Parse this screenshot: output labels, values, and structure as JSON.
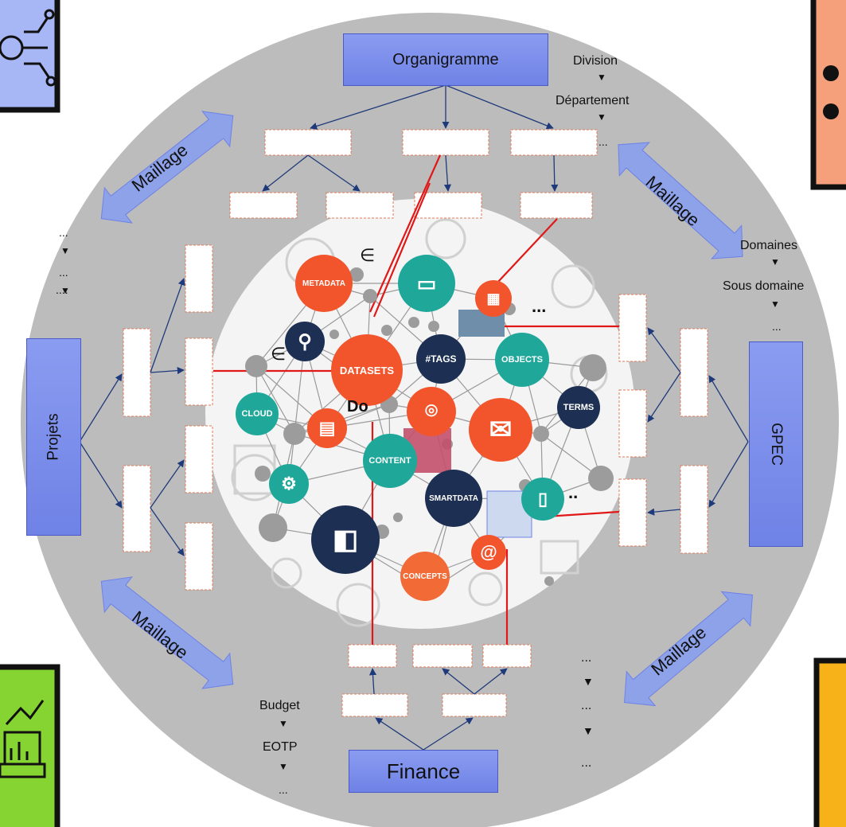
{
  "headers": {
    "top": "Organigramme",
    "left": "Projets",
    "right": "GPEC",
    "bottom": "Finance"
  },
  "maillage_label": "Maillage",
  "top_hierarchy": [
    "Division",
    "Département",
    "..."
  ],
  "right_hierarchy": [
    "Domaines",
    "Sous domaine",
    "..."
  ],
  "bottom_left_hierarchy": [
    "Budget",
    "EOTP",
    "..."
  ],
  "bottom_right_hierarchy": [
    "...",
    "...",
    "..."
  ],
  "left_hierarchy": [
    "...",
    "...",
    "...."
  ],
  "center": {
    "bubbles": [
      "METADATA",
      "DATASETS",
      "#TAGS",
      "OBJECTS",
      "TERMS",
      "CLOUD",
      "CONTENT",
      "SMARTDATA",
      "CONCEPTS"
    ],
    "symbols": [
      "∈",
      "∈",
      "Do",
      "...",
      ".."
    ]
  },
  "colors": {
    "outer_circle": "#bcbcbc",
    "header_fill": "#7b8fec",
    "link": "#1f3a7a",
    "red_link": "#e01818",
    "orange": "#f26a35",
    "teal": "#1fa89a",
    "navy": "#1d2f52",
    "maillage_arrow": "#8da2e8"
  }
}
